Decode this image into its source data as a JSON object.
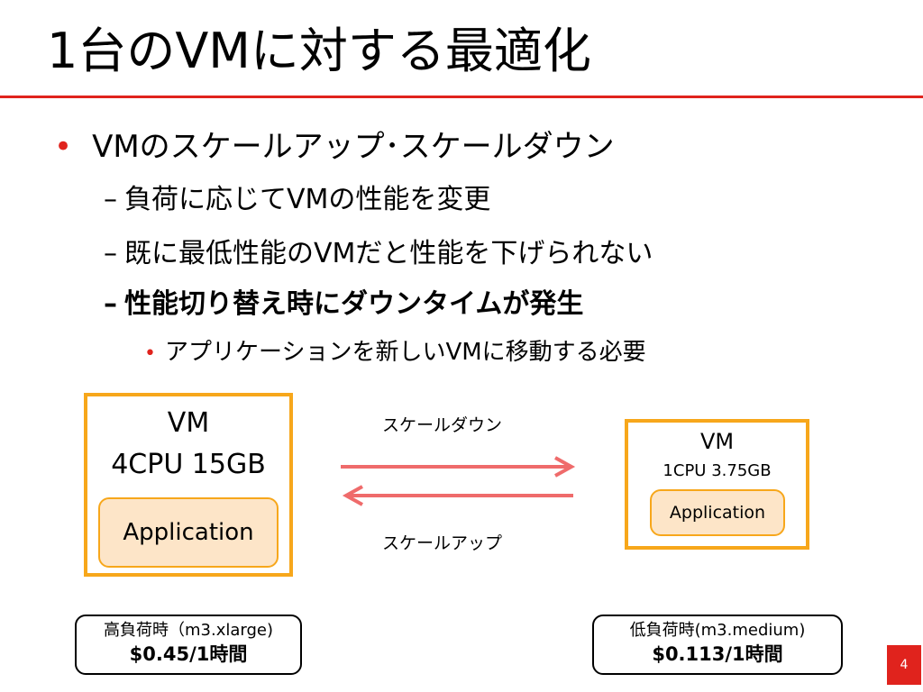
{
  "title": "1台のVMに対する最適化",
  "colors": {
    "accent": "#e0231d",
    "box_border": "#f7a71b",
    "app_fill": "#fde5c8",
    "arrow": "#ef6b6b"
  },
  "bullets": {
    "l1": "VMのスケールアップ･スケールダウン",
    "l2": [
      "負荷に応じてVMの性能を変更",
      "既に最低性能のVMだと性能を下げられない",
      "性能切り替え時にダウンタイムが発生"
    ],
    "l3": "アプリケーションを新しいVMに移動する必要",
    "dash": "–",
    "dot": "•"
  },
  "diagram": {
    "big_vm": {
      "title": "VM",
      "spec": "4CPU 15GB",
      "app": "Application"
    },
    "small_vm": {
      "title": "VM",
      "spec": "1CPU 3.75GB",
      "app": "Application"
    },
    "arrow_down_label": "スケールダウン",
    "arrow_up_label": "スケールアップ",
    "price_high": {
      "label": "高負荷時（m3.xlarge)",
      "price": "$0.45/1時間"
    },
    "price_low": {
      "label": "低負荷時(m3.medium)",
      "price": "$0.113/1時間"
    }
  },
  "page_number": "4"
}
